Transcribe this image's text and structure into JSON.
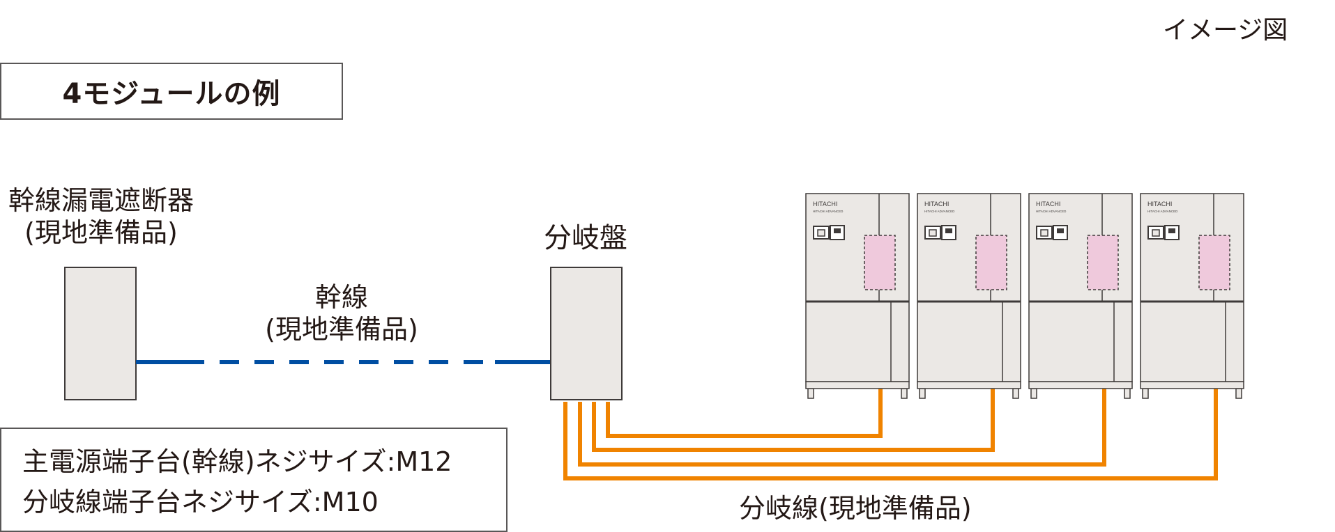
{
  "image_caption": "イメージ図",
  "title": "4モジュールの例",
  "main_breaker": {
    "label_line1": "幹線漏電遮断器",
    "label_line2": "(現地準備品)"
  },
  "trunk_line": {
    "label_line1": "幹線",
    "label_line2": "(現地準備品)"
  },
  "distribution_panel": {
    "label": "分岐盤"
  },
  "branch_line": {
    "label": "分岐線(現地準備品)"
  },
  "spec": {
    "line1": "主電源端子台(幹線)ネジサイズ:M12",
    "line2": "分岐線端子台ネジサイズ:M10"
  },
  "modules": [
    {
      "brand": "HITACHI",
      "sub": "HITACHI ADVANCED"
    },
    {
      "brand": "HITACHI",
      "sub": "HITACHI ADVANCED"
    },
    {
      "brand": "HITACHI",
      "sub": "HITACHI ADVANCED"
    },
    {
      "brand": "HITACHI",
      "sub": "HITACHI ADVANCED"
    }
  ],
  "colors": {
    "trunk_line": "#004ea2",
    "branch_line": "#f08300",
    "equipment_fill": "#ebe8e5",
    "equipment_stroke": "#3e3a39",
    "terminal_fill": "#efc9dc"
  }
}
